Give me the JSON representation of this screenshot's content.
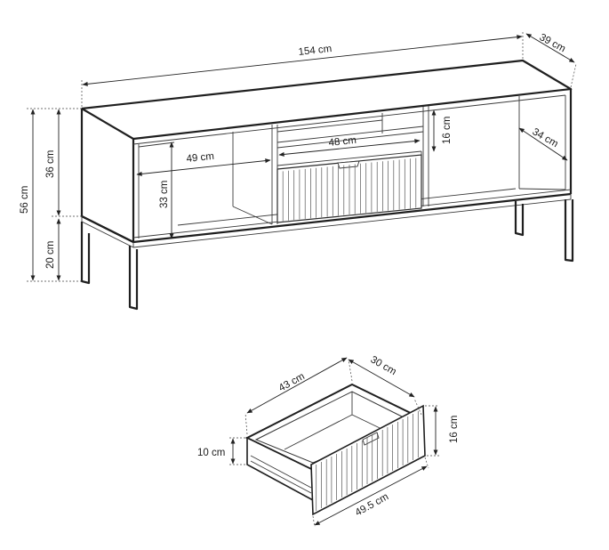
{
  "dimensions": {
    "width": "154 cm",
    "depth": "39 cm",
    "height_total": "56 cm",
    "height_body": "36 cm",
    "height_legs": "20 cm",
    "compartment_width": "49 cm",
    "compartment_height": "33 cm",
    "drawer_width": "48 cm",
    "shelf_height": "16 cm",
    "inner_depth": "34 cm"
  },
  "drawer": {
    "length": "43 cm",
    "depth": "30 cm",
    "front_height": "16 cm",
    "side_height": "10 cm",
    "front_width": "49.5 cm"
  }
}
